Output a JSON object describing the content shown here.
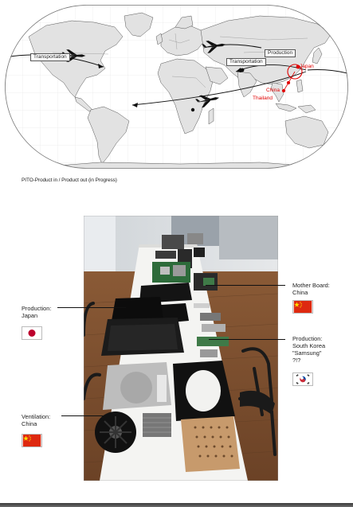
{
  "map": {
    "labels": {
      "transport_west": "Transportation",
      "transport_east": "Transportation",
      "production": "Production"
    },
    "cities": {
      "japan": "Japan",
      "china": "China",
      "thailand": "Thailand"
    },
    "colors": {
      "route": "#111111",
      "highlight": "#e00000",
      "ocean": "#ffffff",
      "land": "#e2e2e2"
    },
    "icons": [
      "airplane-icon",
      "location-dot-icon"
    ]
  },
  "caption": "PITO-Product in / Product out (in Progress)",
  "annotations": {
    "mother_board": {
      "line1": "Mother Board:",
      "line2": "China",
      "flag": "china-flag-icon"
    },
    "production_japan": {
      "line1": "Production:",
      "line2": "Japan",
      "flag": "japan-flag-icon"
    },
    "production_korea": {
      "line1": "Production:",
      "line2": "South Korea",
      "line3": "\"Samsung\"",
      "line4": "?!?",
      "flag": "south-korea-flag-icon"
    },
    "ventilation": {
      "line1": "Ventilation:",
      "line2": "China",
      "flag": "china-flag-icon"
    }
  },
  "flag_colors": {
    "china_red": "#de2910",
    "china_star": "#ffde00",
    "japan_red": "#bc002d",
    "korea_red": "#cd2e3a",
    "korea_blue": "#0047a0"
  }
}
